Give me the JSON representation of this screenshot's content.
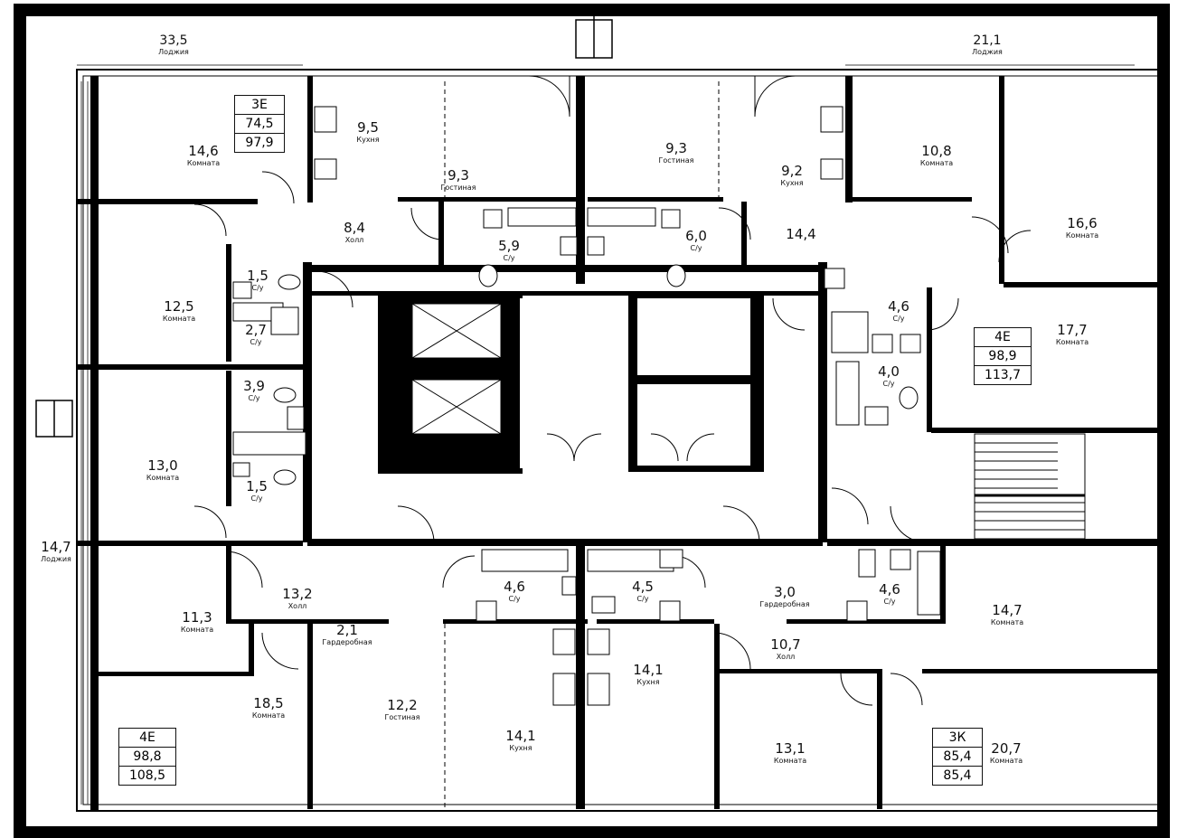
{
  "plan": {
    "rooms": [
      {
        "area": "33,5",
        "name": "Лоджия"
      },
      {
        "area": "21,1",
        "name": "Лоджия"
      },
      {
        "area": "14,6",
        "name": "Комната"
      },
      {
        "area": "9,5",
        "name": "Кухня"
      },
      {
        "area": "9,3",
        "name": "Гостиная"
      },
      {
        "area": "9,3",
        "name": "Гостиная"
      },
      {
        "area": "9,2",
        "name": "Кухня"
      },
      {
        "area": "10,8",
        "name": "Комната"
      },
      {
        "area": "16,6",
        "name": "Комната"
      },
      {
        "area": "8,4",
        "name": "Холл"
      },
      {
        "area": "5,9",
        "name": "С/у"
      },
      {
        "area": "6,0",
        "name": "С/у"
      },
      {
        "area": "14,4",
        "name": ""
      },
      {
        "area": "1,5",
        "name": "С/у"
      },
      {
        "area": "12,5",
        "name": "Комната"
      },
      {
        "area": "2,7",
        "name": "С/у"
      },
      {
        "area": "4,6",
        "name": "С/у"
      },
      {
        "area": "17,7",
        "name": "Комната"
      },
      {
        "area": "3,9",
        "name": "С/у"
      },
      {
        "area": "4,0",
        "name": "С/у"
      },
      {
        "area": "13,0",
        "name": "Комната"
      },
      {
        "area": "1,5",
        "name": "С/у"
      },
      {
        "area": "14,7",
        "name": "Лоджия"
      },
      {
        "area": "4,6",
        "name": "С/у"
      },
      {
        "area": "4,5",
        "name": "С/у"
      },
      {
        "area": "3,0",
        "name": "Гардеробная"
      },
      {
        "area": "4,6",
        "name": "С/у"
      },
      {
        "area": "11,3",
        "name": "Комната"
      },
      {
        "area": "13,2",
        "name": "Холл"
      },
      {
        "area": "14,7",
        "name": "Комната"
      },
      {
        "area": "2,1",
        "name": "Гардеробная"
      },
      {
        "area": "10,7",
        "name": "Холл"
      },
      {
        "area": "14,1",
        "name": "Кухня"
      },
      {
        "area": "18,5",
        "name": "Комната"
      },
      {
        "area": "12,2",
        "name": "Гостиная"
      },
      {
        "area": "14,1",
        "name": "Кухня"
      },
      {
        "area": "13,1",
        "name": "Комната"
      },
      {
        "area": "20,7",
        "name": "Комната"
      }
    ],
    "apartments": [
      {
        "type": "3Е",
        "living": "74,5",
        "total": "97,9"
      },
      {
        "type": "4Е",
        "living": "98,9",
        "total": "113,7"
      },
      {
        "type": "4Е",
        "living": "98,8",
        "total": "108,5"
      },
      {
        "type": "3К",
        "living": "85,4",
        "total": "85,4"
      }
    ]
  }
}
